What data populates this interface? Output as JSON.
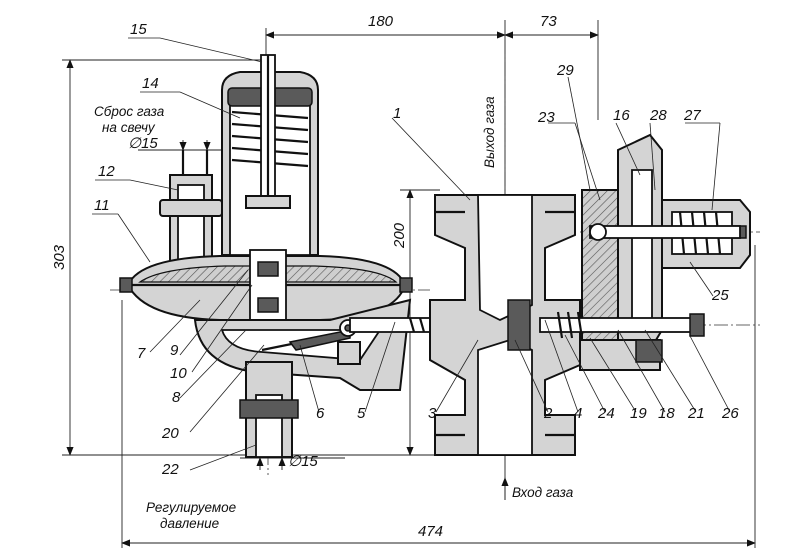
{
  "dimensions": {
    "top_180": "180",
    "top_73": "73",
    "left_303": "303",
    "mid_200": "200",
    "bottom_474": "474",
    "dia_top": "∅15",
    "dia_bottom": "∅15"
  },
  "notes": {
    "vent_line1": "Сброс газа",
    "vent_line2": "на свечу",
    "gas_outlet": "Выход газа",
    "gas_inlet": "Вход газа",
    "regulated_line1": "Регулируемое",
    "regulated_line2": "давление"
  },
  "callouts": {
    "n1": "1",
    "n2": "2",
    "n3": "3",
    "n4": "4",
    "n5": "5",
    "n6": "6",
    "n7": "7",
    "n8": "8",
    "n9": "9",
    "n10": "10",
    "n11": "11",
    "n12": "12",
    "n14": "14",
    "n15": "15",
    "n16": "16",
    "n18": "18",
    "n19": "19",
    "n20": "20",
    "n21": "21",
    "n22": "22",
    "n23": "23",
    "n24": "24",
    "n25": "25",
    "n26": "26",
    "n27": "27",
    "n28": "28",
    "n29": "29"
  }
}
